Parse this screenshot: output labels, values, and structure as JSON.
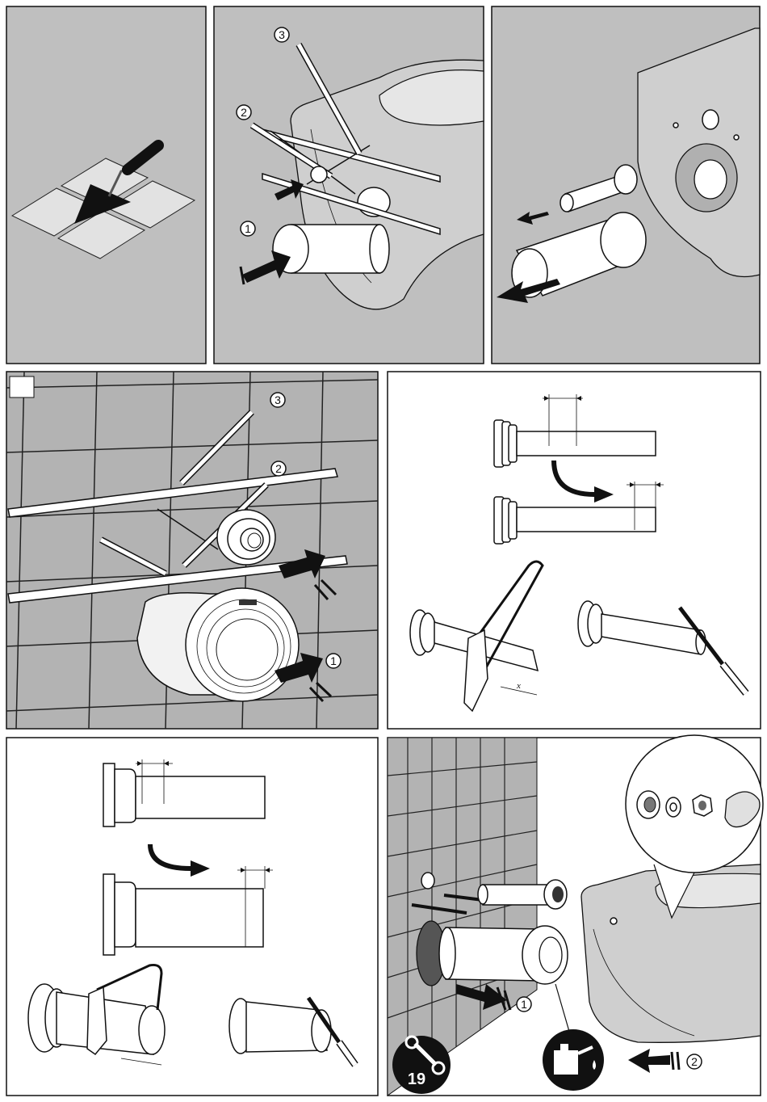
{
  "callouts": {
    "c1": "1",
    "c2": "2",
    "c3": "3"
  },
  "dimension_label": "x",
  "tool_badge": {
    "number": "19",
    "icon": "wrench-icon"
  },
  "lubricant_icon": "oil-can-icon",
  "colors": {
    "panel_grey": "#bfbfbf",
    "wall_grey": "#b3b3b3",
    "ink": "#111111"
  }
}
